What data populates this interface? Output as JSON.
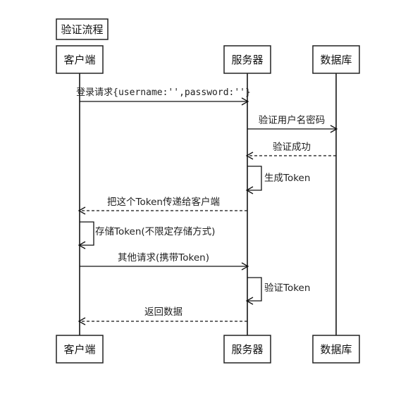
{
  "title": "验证流程",
  "participants": {
    "client": "客户端",
    "server": "服务器",
    "database": "数据库"
  },
  "messages": [
    {
      "id": "login",
      "label": "登录请求{username:'',password:''}",
      "from": "client",
      "to": "server",
      "style": "solid"
    },
    {
      "id": "verify-credentials",
      "label": "验证用户名密码",
      "from": "server",
      "to": "database",
      "style": "solid"
    },
    {
      "id": "verify-success",
      "label": "验证成功",
      "from": "database",
      "to": "server",
      "style": "dashed"
    },
    {
      "id": "generate-token",
      "label": "生成Token",
      "from": "server",
      "to": "server",
      "style": "self"
    },
    {
      "id": "send-token",
      "label": "把这个Token传递给客户端",
      "from": "server",
      "to": "client",
      "style": "dashed"
    },
    {
      "id": "store-token",
      "label": "存储Token(不限定存储方式)",
      "from": "client",
      "to": "client",
      "style": "self"
    },
    {
      "id": "other-request",
      "label": "其他请求(携带Token)",
      "from": "client",
      "to": "server",
      "style": "solid"
    },
    {
      "id": "verify-token",
      "label": "验证Token",
      "from": "server",
      "to": "server",
      "style": "self"
    },
    {
      "id": "return-data",
      "label": "返回数据",
      "from": "server",
      "to": "client",
      "style": "dashed"
    }
  ]
}
